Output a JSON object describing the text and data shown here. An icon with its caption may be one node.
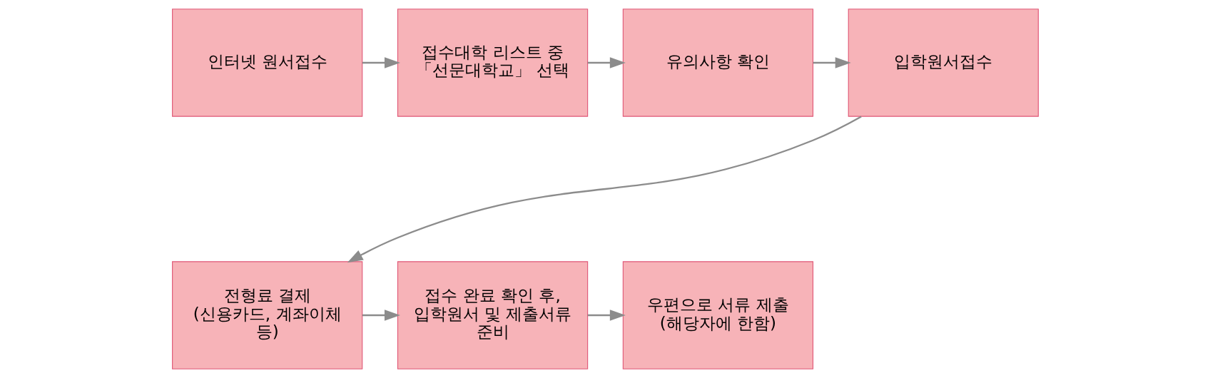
{
  "diagram": {
    "nodes": [
      {
        "text": [
          "인터넷 원서접수"
        ]
      },
      {
        "text": [
          "접수대학 리스트 중 「선문대학교」 선택"
        ]
      },
      {
        "text": [
          "유의사항 확인"
        ]
      },
      {
        "text": [
          "입학원서접수"
        ]
      },
      {
        "text": [
          "전형료 결제 (신용카드, 계좌이체 등)"
        ]
      },
      {
        "text": [
          "접수 완료 확인 후, 입학원서 및 제출서류 준비"
        ]
      },
      {
        "text": [
          "우편으로 서류 제출 (해당자에 한함)"
        ]
      }
    ],
    "edges": [
      {
        "from": 0,
        "to": 1,
        "arrow": "to"
      },
      {
        "from": 1,
        "to": 2,
        "arrow": "to"
      },
      {
        "from": 2,
        "to": 3,
        "arrow": "to"
      },
      {
        "from": 3,
        "to": 4,
        "arrow": "to"
      },
      {
        "from": 4,
        "to": 5,
        "arrow": "to"
      },
      {
        "from": 5,
        "to": 6,
        "arrow": "to"
      }
    ]
  }
}
